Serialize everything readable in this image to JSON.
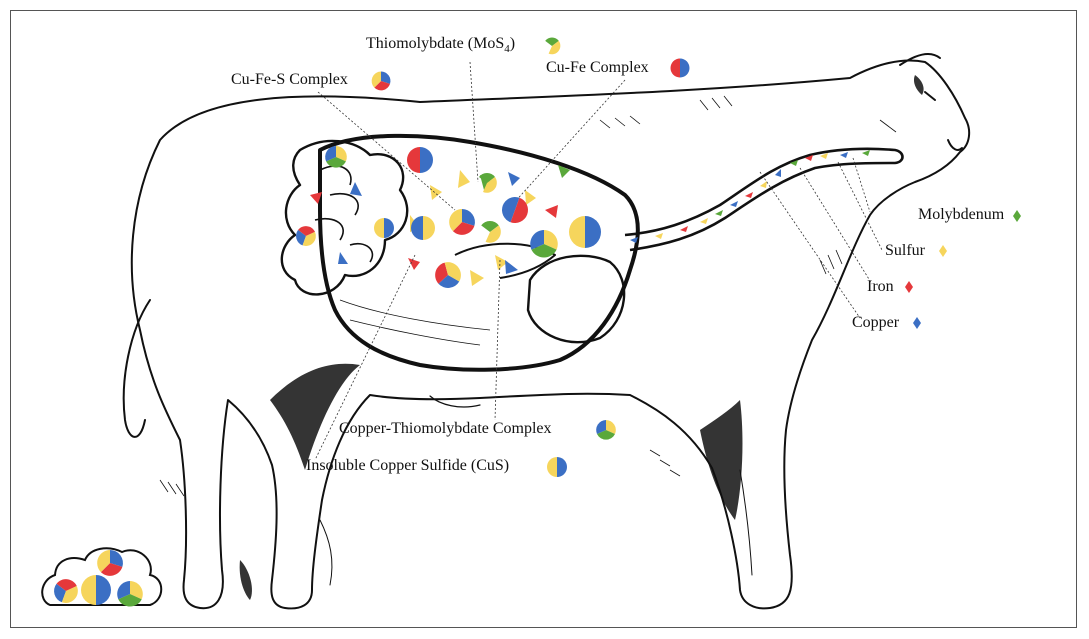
{
  "diagram": {
    "labels": {
      "thiomolybdate": "Thiomolybdate (MoS",
      "thiomolybdate_sub": "4",
      "thiomolybdate_close": ")",
      "cu_fe_complex": "Cu-Fe Complex",
      "cu_fe_s_complex": "Cu-Fe-S Complex",
      "molybdenum": "Molybdenum",
      "sulfur": "Sulfur",
      "iron": "Iron",
      "copper": "Copper",
      "cu_thiomolybdate_complex": "Copper-Thiomolybdate Complex",
      "insoluble_cus": "Insoluble Copper Sulfide (CuS)"
    },
    "colors": {
      "copper": "#3b6fc4",
      "iron": "#e5383b",
      "sulfur": "#f6d55c",
      "molybdenum": "#5aa83b",
      "outline": "#111111"
    }
  }
}
